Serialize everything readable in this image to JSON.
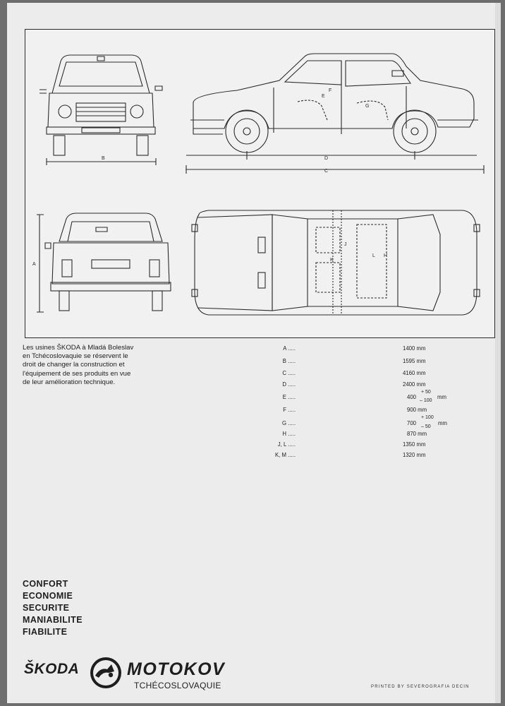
{
  "diagram": {
    "labels": {
      "a": "A",
      "b": "B",
      "c": "C",
      "d": "D",
      "e": "E",
      "f": "F",
      "g": "G",
      "h": "H",
      "j": "J",
      "k": "K",
      "l": "L"
    }
  },
  "intro_lines": [
    "Les usines ŠKODA à Mladá Boleslav",
    "en Tchécoslovaquie se réservent le",
    "droit de changer la construction et",
    "l'équipement de ses produits en vue",
    "de leur amélioration technique."
  ],
  "dimensions": [
    {
      "label": "A",
      "value": "1400 mm"
    },
    {
      "label": "B",
      "value": "1595 mm"
    },
    {
      "label": "C",
      "value": "4160 mm"
    },
    {
      "label": "D",
      "value": "2400 mm"
    },
    {
      "label": "E",
      "value": "400",
      "tol_plus": "+ 50",
      "tol_minus": "– 100",
      "unit": "mm"
    },
    {
      "label": "F",
      "value": "900 mm"
    },
    {
      "label": "G",
      "value": "700",
      "tol_plus": "+ 100",
      "tol_minus": "– 50",
      "unit": "mm"
    },
    {
      "label": "H",
      "value": "870 mm"
    },
    {
      "label": "J, L",
      "value": "1350 mm"
    },
    {
      "label": "K, M",
      "value": "1320 mm"
    }
  ],
  "features": [
    "CONFORT",
    "ECONOMIE",
    "SECURITE",
    "MANIABILITE",
    "FIABILITE"
  ],
  "brand": {
    "skoda": "ŠKODA",
    "motokov": "MOTOKOV",
    "country": "TCHÉCOSLOVAQUIE",
    "logo_icon": "skoda-arrow-logo-icon"
  },
  "printed_by": "PRINTED BY SEVEROGRAFIA DECIN"
}
